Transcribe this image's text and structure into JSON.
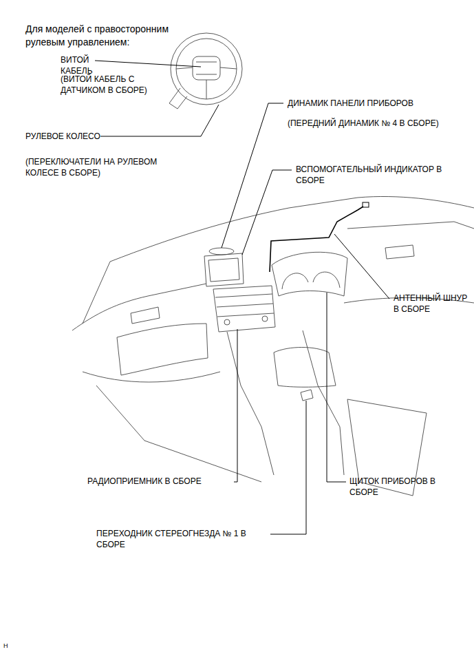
{
  "diagram": {
    "title": "Для моделей с правосторонним рулевым управлением:",
    "labels": [
      "ВИТОЙ КАБЕЛЬ",
      "(ВИТОЙ КАБЕЛЬ С ДАТЧИКОМ В СБОРЕ)",
      "РУЛЕВОЕ КОЛЕСО",
      "(ПЕРЕКЛЮЧАТЕЛИ НА РУЛЕВОМ КОЛЕСЕ В СБОРЕ)",
      "ДИНАМИК ПАНЕЛИ ПРИБОРОВ",
      "(ПЕРЕДНИЙ ДИНАМИК № 4 В СБОРЕ)",
      "ВСПОМОГАТЕЛЬНЫЙ ИНДИКАТОР В СБОРЕ",
      "АНТЕННЫЙ ШНУР В СБОРЕ",
      "РАДИОПРИЕМНИК В СБОРЕ",
      "ЩИТОК ПРИБОРОВ В СБОРЕ",
      "ПЕРЕХОДНИК СТЕРЕОГНЕЗДА № 1 В СБОРЕ",
      "H"
    ]
  }
}
